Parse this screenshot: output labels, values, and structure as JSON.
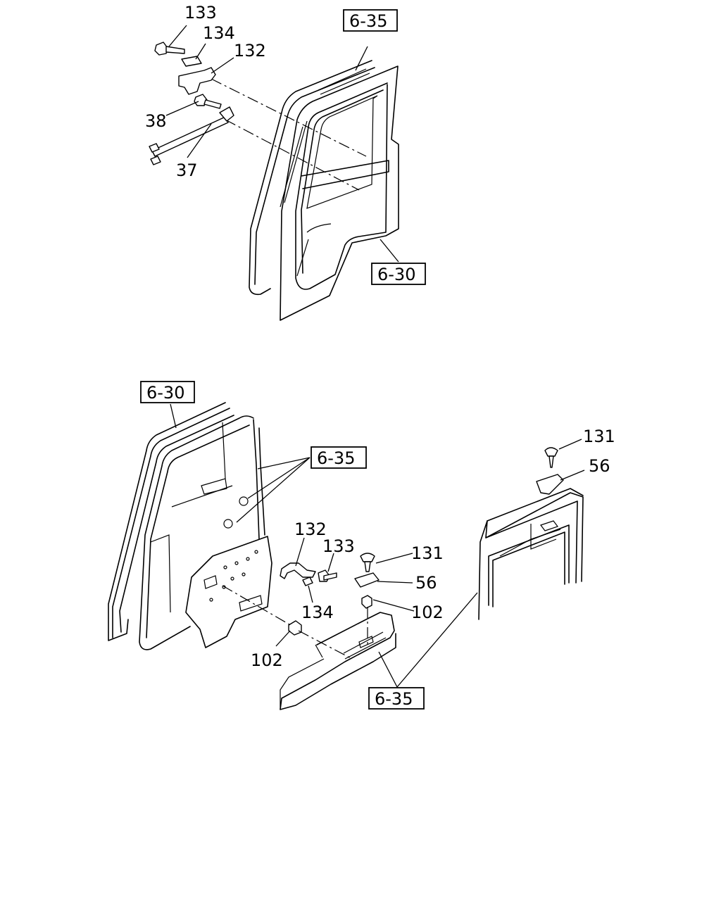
{
  "diagram": {
    "top_view": {
      "labels": {
        "p133": "133",
        "p134": "134",
        "p132": "132",
        "p38": "38",
        "p37": "37"
      },
      "refs": {
        "r635": "6-35",
        "r630": "6-30"
      }
    },
    "bottom_view": {
      "labels": {
        "p132": "132",
        "p133": "133",
        "p134": "134",
        "p102a": "102",
        "p131a": "131",
        "p56a": "56",
        "p102b": "102",
        "p131b": "131",
        "p56b": "56"
      },
      "refs": {
        "r630": "6-30",
        "r635a": "6-35",
        "r635b": "6-35"
      }
    }
  }
}
